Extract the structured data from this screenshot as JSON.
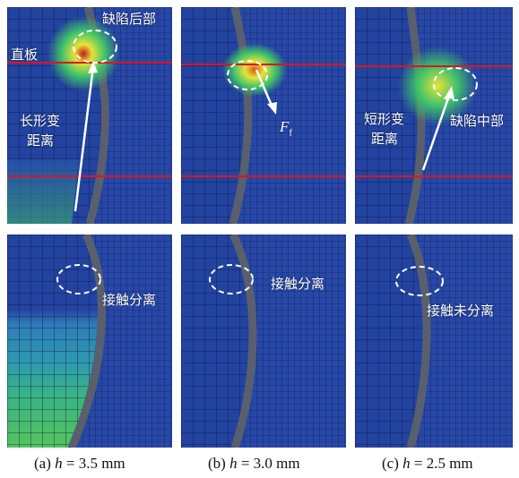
{
  "labels": {
    "straight_plate": "直板",
    "defect_rear": "缺陷后部",
    "long_deform": "长形变",
    "long_deform_2": "距离",
    "force": "F",
    "force_sub": "f",
    "short_deform": "短形变",
    "short_deform_2": "距离",
    "defect_middle": "缺陷中部",
    "contact_sep_a": "接触分离",
    "contact_sep_b": "接触分离",
    "contact_nosep_c": "接触未分离"
  },
  "captions": {
    "a_prefix": "(a) ",
    "a_var": "h",
    "a_rest": " = 3.5 mm",
    "b_prefix": "(b) ",
    "b_var": "h",
    "b_rest": " = 3.0 mm",
    "c_prefix": "(c) ",
    "c_var": "h",
    "c_rest": " = 2.5 mm"
  },
  "colors": {
    "mesh_blue": "#2343a0",
    "mesh_line": "#0b1640",
    "green": "#3fc36a",
    "yellow": "#e8e23a",
    "red_line": "#e0141a",
    "red_hot": "#c81818",
    "gap": "#5a5f6e"
  }
}
